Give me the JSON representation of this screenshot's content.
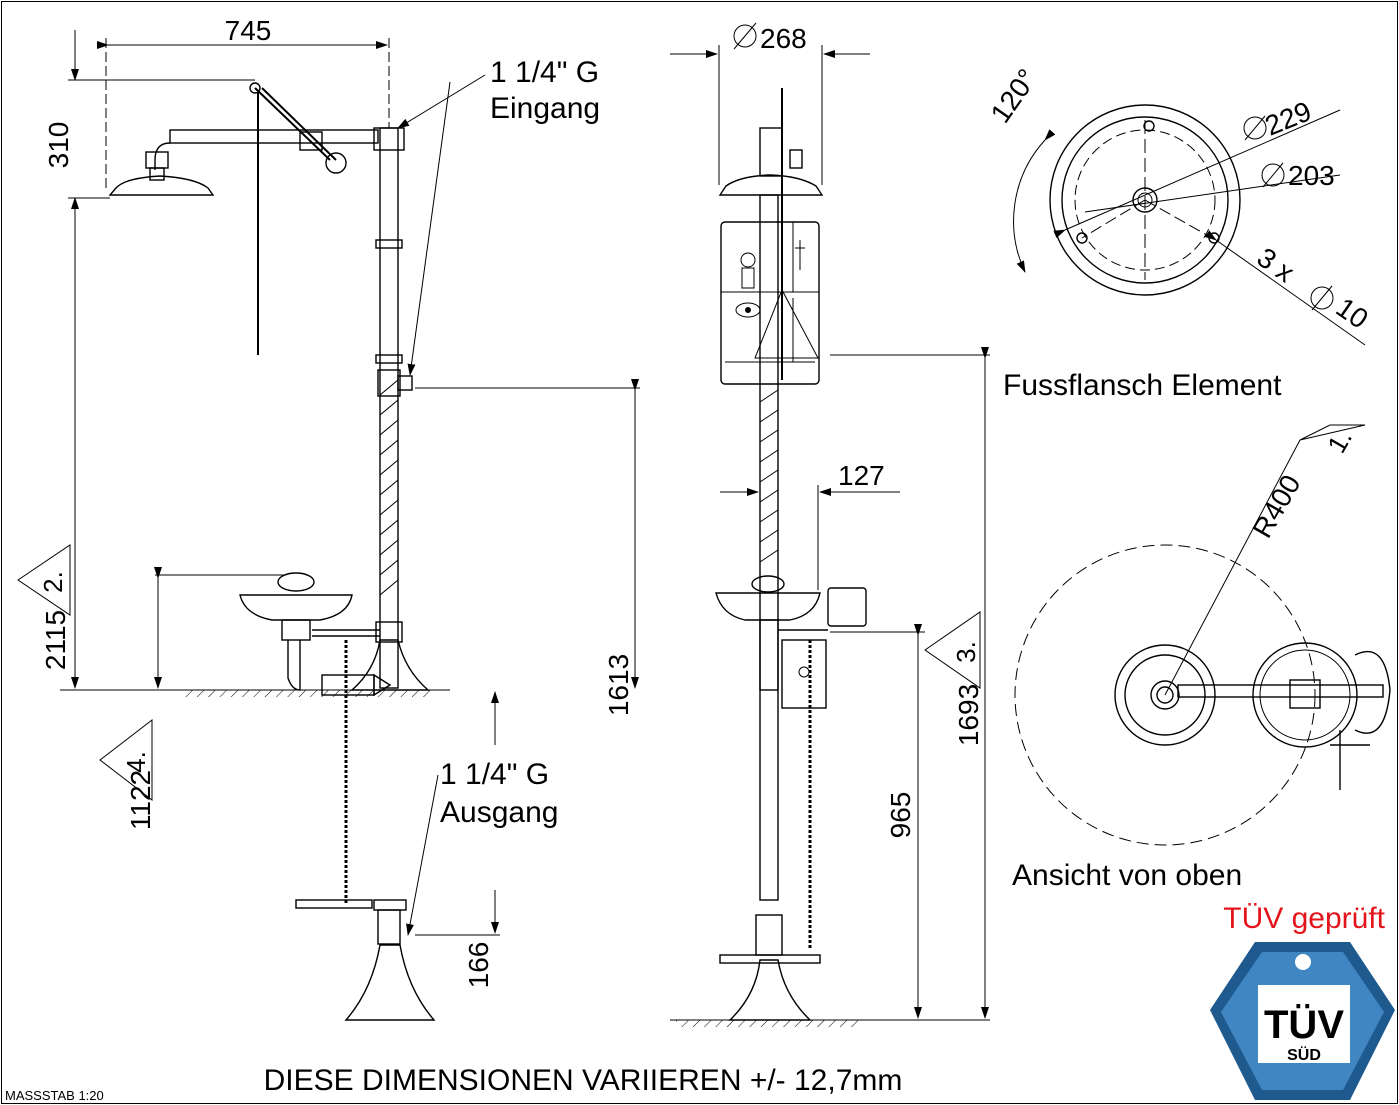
{
  "drawing": {
    "front_view": {
      "dims": {
        "width_top": "745",
        "shower_height": "310",
        "total_height": "2115",
        "bowl_height": "1122",
        "inlet_height": "1613",
        "outlet_height": "166"
      },
      "markers": {
        "total": "2.",
        "bowl": "4."
      },
      "inlet_label_line1": "1 1/4\" G",
      "inlet_label_line2": "Eingang",
      "outlet_label_line1": "1 1/4\" G",
      "outlet_label_line2": "Ausgang"
    },
    "side_view": {
      "dims": {
        "head_diameter": "268",
        "pipe_offset": "127",
        "sign_height": "1693",
        "pipe_height": "965"
      },
      "markers": {
        "sign": "3."
      }
    },
    "flange": {
      "angle": "120°",
      "outer_dia": "229",
      "inner_dia": "203",
      "holes": "3 x",
      "hole_dia": "10",
      "title": "Fussflansch Element"
    },
    "top_view": {
      "radius": "R400",
      "marker": "1.",
      "title": "Ansicht von oben"
    },
    "certification": {
      "text": "TÜV geprüft",
      "logo_main": "TÜV",
      "logo_sub": "SÜD"
    },
    "note": "DIESE DIMENSIONEN VARIIEREN +/- 12,7mm",
    "scale": "MASSSTAB 1:20",
    "colors": {
      "certification": "#e3141b",
      "logo_blue": "#1f5a8f",
      "logo_light": "#3f86c2"
    }
  }
}
